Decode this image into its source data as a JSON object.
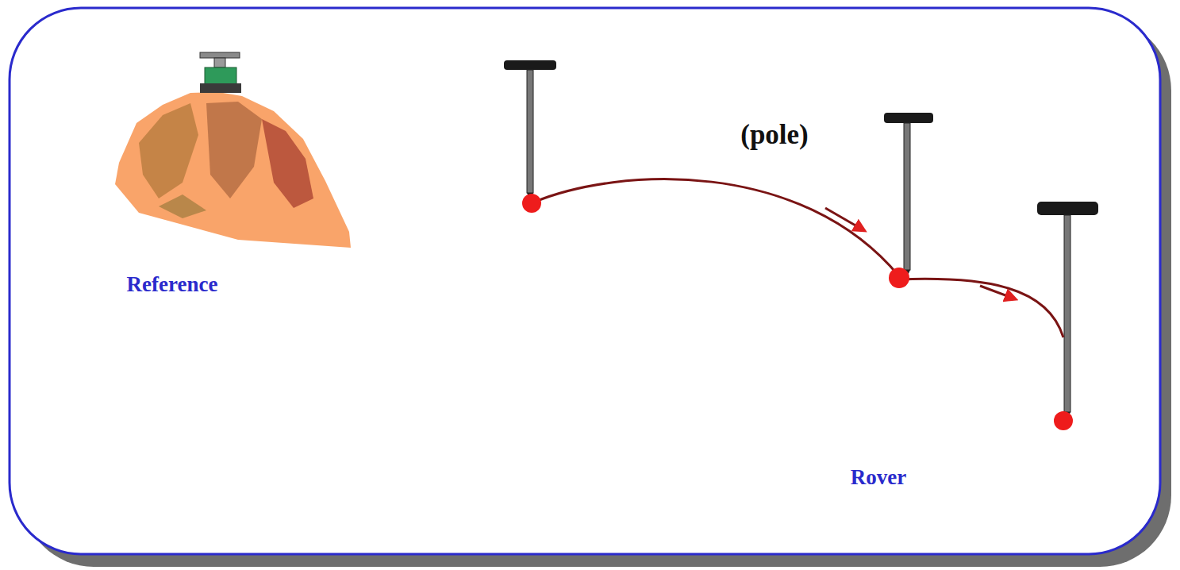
{
  "diagram": {
    "labels": [
      "Reference",
      "(pole)",
      "Rover"
    ]
  }
}
